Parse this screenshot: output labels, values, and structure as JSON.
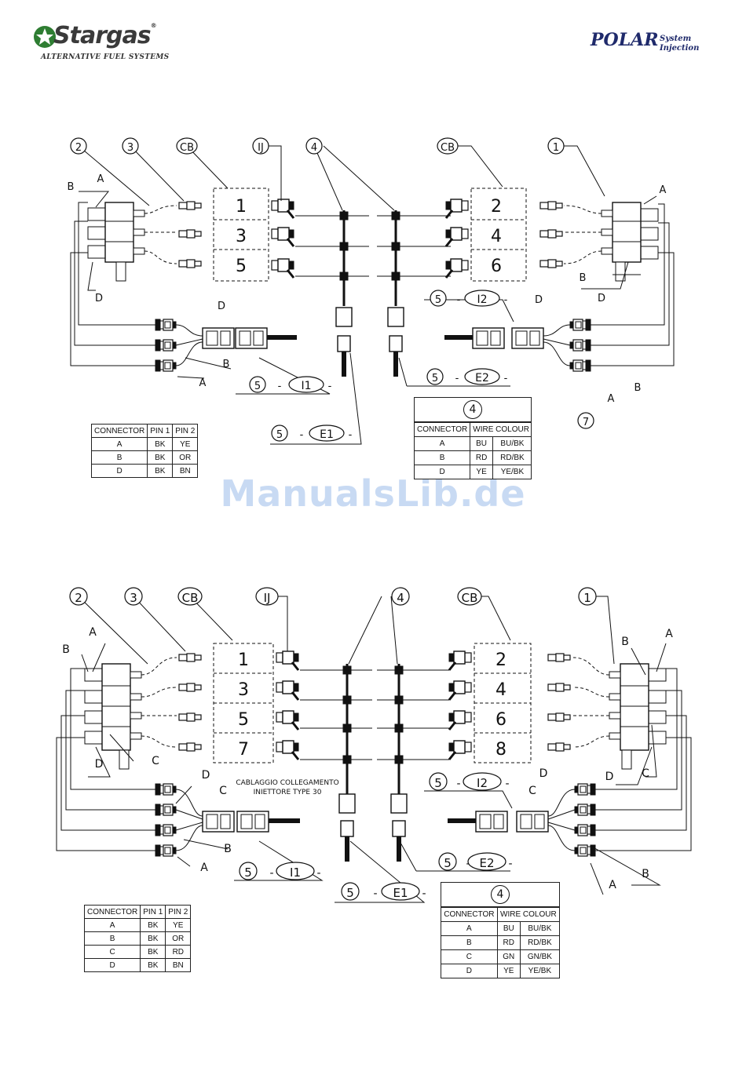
{
  "header": {
    "brand": "Stargas",
    "brand_reg": "®",
    "brand_tagline": "ALTERNATIVE FUEL SYSTEMS",
    "product_word": "POLAR",
    "product_sub1": "System",
    "product_sub2": "Injection",
    "accent_green": "#2e7d32",
    "accent_navy": "#1f2a6b"
  },
  "watermark": "ManualsLib.de",
  "labels": {
    "n1": "1",
    "n2": "2",
    "n3": "3",
    "n4": "4",
    "n5": "5",
    "n7": "7",
    "cb": "CB",
    "ij": "IJ",
    "a": "A",
    "b": "B",
    "c": "C",
    "d": "D",
    "i1": "I1",
    "i2": "I2",
    "e1": "E1",
    "e2": "E2",
    "dash": "-",
    "cyl1": "1",
    "cyl2": "2",
    "cyl3": "3",
    "cyl4": "4",
    "cyl5": "5",
    "cyl6": "6",
    "cyl7": "7",
    "cyl8": "8",
    "harness_note_1": "CABLAGGIO COLLEGAMENTO",
    "harness_note_2": "INIETTORE TYPE 30"
  },
  "table_pins_top": {
    "headers": [
      "CONNECTOR",
      "PIN 1",
      "PIN 2"
    ],
    "rows": [
      [
        "A",
        "BK",
        "YE"
      ],
      [
        "B",
        "BK",
        "OR"
      ],
      [
        "D",
        "BK",
        "BN"
      ]
    ]
  },
  "table_wires_top": {
    "ref": "4",
    "headers": [
      "CONNECTOR",
      "WIRE COLOUR"
    ],
    "rows": [
      [
        "A",
        "BU",
        "BU/BK"
      ],
      [
        "B",
        "RD",
        "RD/BK"
      ],
      [
        "D",
        "YE",
        "YE/BK"
      ]
    ]
  },
  "table_pins_bottom": {
    "headers": [
      "CONNECTOR",
      "PIN 1",
      "PIN 2"
    ],
    "rows": [
      [
        "A",
        "BK",
        "YE"
      ],
      [
        "B",
        "BK",
        "OR"
      ],
      [
        "C",
        "BK",
        "RD"
      ],
      [
        "D",
        "BK",
        "BN"
      ]
    ]
  },
  "table_wires_bottom": {
    "ref": "4",
    "headers": [
      "CONNECTOR",
      "WIRE COLOUR"
    ],
    "rows": [
      [
        "A",
        "BU",
        "BU/BK"
      ],
      [
        "B",
        "RD",
        "RD/BK"
      ],
      [
        "C",
        "GN",
        "GN/BK"
      ],
      [
        "D",
        "YE",
        "YE/BK"
      ]
    ]
  }
}
